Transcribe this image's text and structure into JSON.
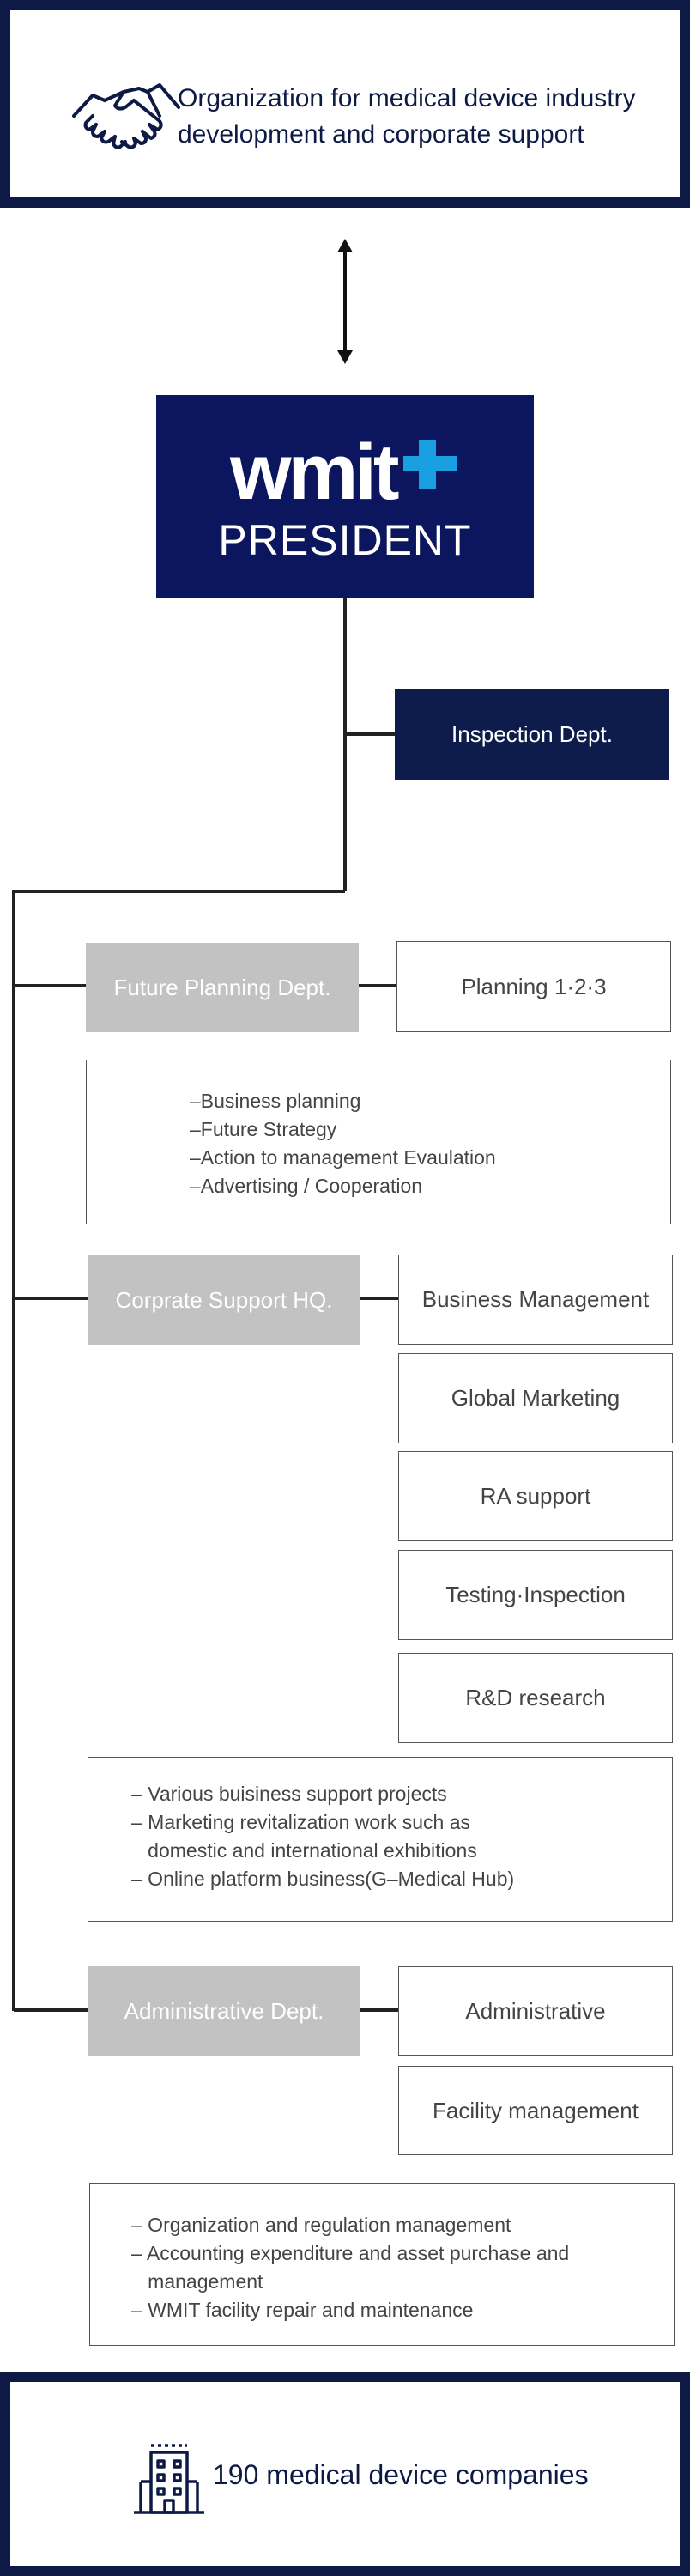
{
  "header": {
    "lines": [
      "Organization for medical device industry",
      "development and corporate support"
    ],
    "icon": "handshake-icon"
  },
  "president": {
    "logo_text": "wmit",
    "label": "PRESIDENT",
    "color": "#0b165f",
    "accent": "#1aa0e0"
  },
  "inspection": {
    "label": "Inspection Dept.",
    "color": "#0d1c4a"
  },
  "future": {
    "label": "Future Planning Dept.",
    "units": [
      "Planning 1·2·3"
    ],
    "tasks": [
      "–Business planning",
      "–Future Strategy",
      "–Action to management Evaulation",
      "–Advertising / Cooperation"
    ]
  },
  "corporate": {
    "label": "Corprate Support HQ.",
    "units": [
      "Business Management",
      "Global Marketing",
      "RA support",
      "Testing·Inspection",
      "R&D research"
    ],
    "tasks": [
      "– Various buisiness support projects",
      "– Marketing revitalization work such as",
      "   domestic and international exhibitions",
      "– Online platform business(G–Medical Hub)"
    ]
  },
  "administrative": {
    "label": "Administrative Dept.",
    "units": [
      "Administrative",
      "Facility management"
    ],
    "tasks": [
      "– Organization and regulation management",
      "– Accounting expenditure and asset purchase and",
      "   management",
      "– WMIT facility repair and maintenance"
    ]
  },
  "footer": {
    "text": "190 medical device companies",
    "icon": "building-icon"
  },
  "colors": {
    "navy": "#0d1a45",
    "gray_box": "#c2c2c2",
    "line": "#222222"
  }
}
